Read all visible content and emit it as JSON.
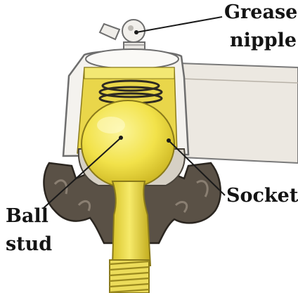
{
  "labels": {
    "grease_line1": "Grease",
    "grease_line2": "nipple",
    "socket": "Socket",
    "ball_line1": "Ball",
    "ball_line2": "stud"
  },
  "colors": {
    "ball_yellow": "#f2e24a",
    "ball_shade": "#c9b21f",
    "socket_dark": "#5a5146",
    "socket_mid": "#8a7f72",
    "housing_light": "#f4f2ee",
    "housing_line": "#6e6e6e",
    "arm_light": "#ece8e1",
    "leader": "#1a1a1a"
  }
}
